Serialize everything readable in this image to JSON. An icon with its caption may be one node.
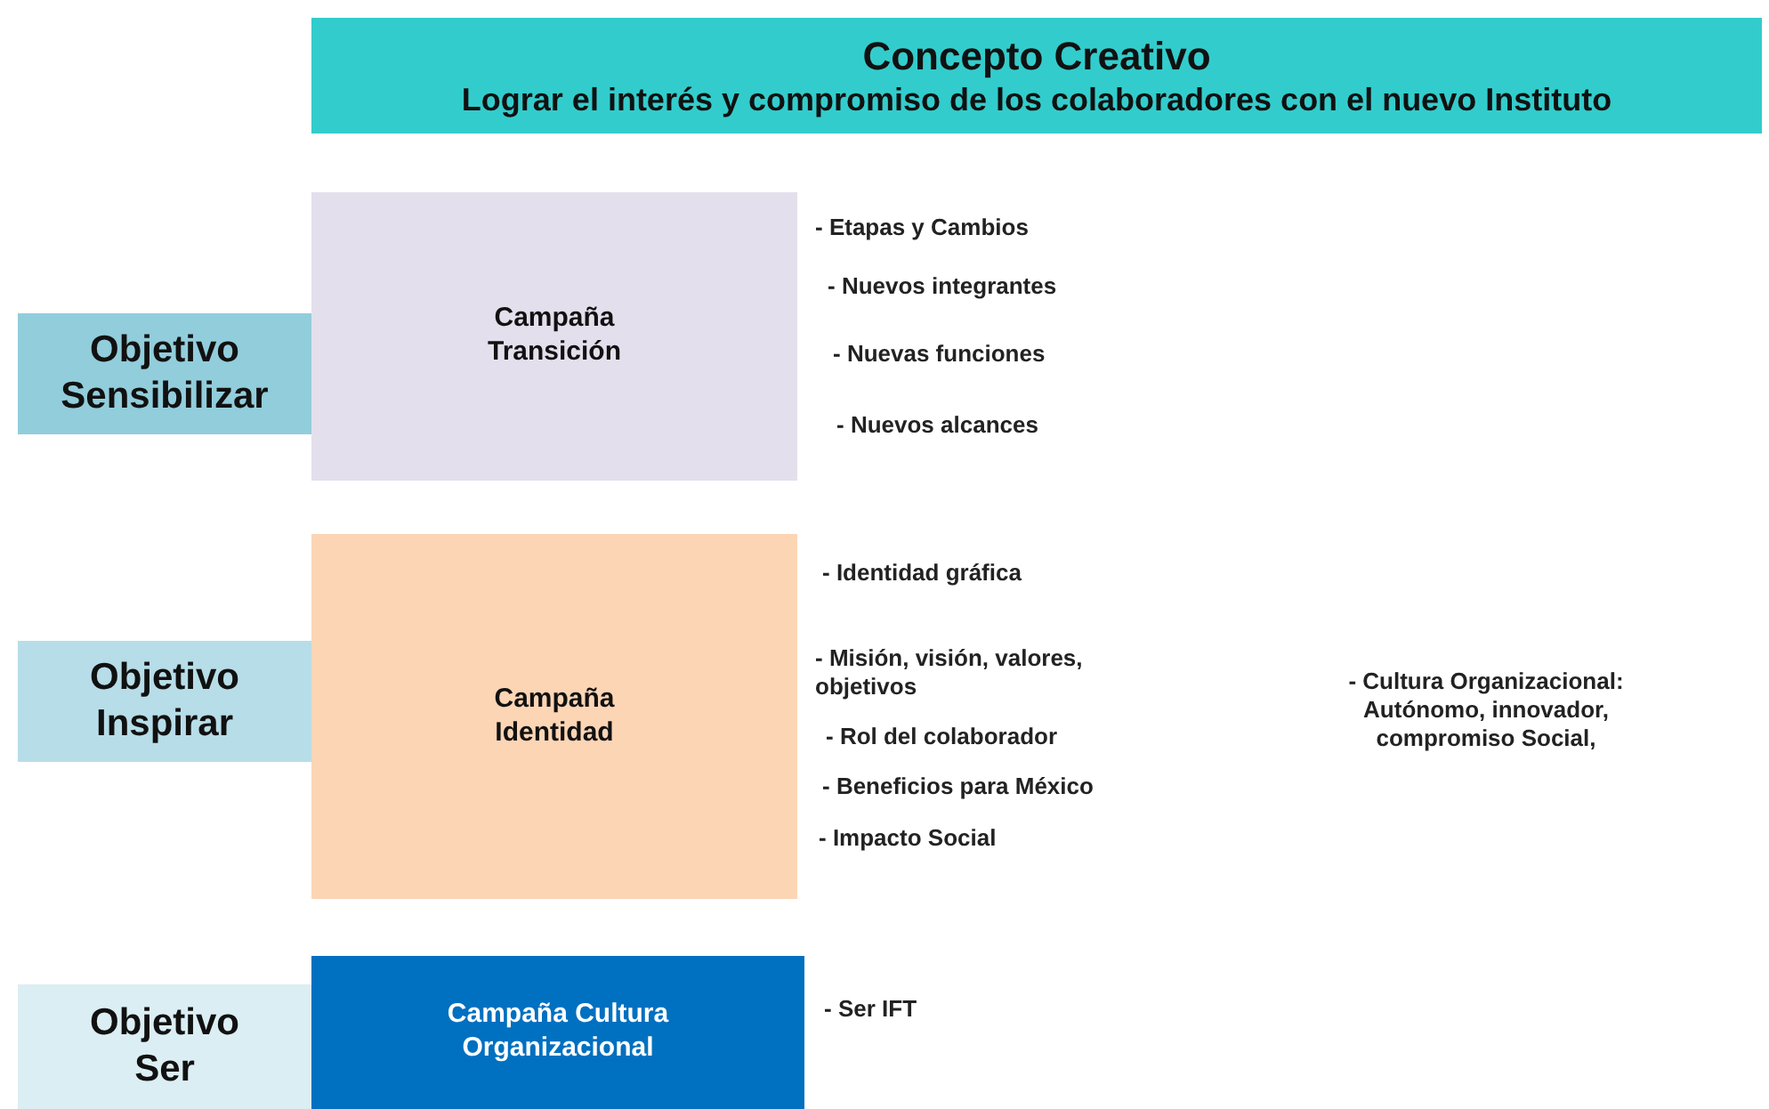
{
  "diagram": {
    "nodes": [
      {
        "text": [
          "Concepto Creativo",
          "Lograr el interés y compromiso de los colaboradores con el nuevo Instituto"
        ]
      },
      {
        "text": [
          "Objetivo Sensibilizar"
        ]
      },
      {
        "text": [
          "Campaña Transición"
        ],
        "beside": [
          "- Etapas y Cambios",
          "- Nuevos integrantes",
          "- Nuevas funciones",
          "- Nuevos alcances"
        ]
      },
      {
        "text": [
          "Objetivo Inspirar"
        ]
      },
      {
        "text": [
          "Campaña Identidad"
        ],
        "beside": [
          "- Identidad gráfica",
          "- Misión, visión, valores, objetivos",
          "- Rol del colaborador",
          "- Beneficios para México",
          "- Impacto Social"
        ]
      },
      {
        "text": [
          "Objetivo Ser"
        ]
      },
      {
        "text": [
          "Campaña Cultura Organizacional"
        ],
        "beside": [
          "- Ser IFT"
        ]
      }
    ],
    "labels": [
      "- Cultura Organizacional: Autónomo, innovador, compromiso Social,"
    ]
  }
}
